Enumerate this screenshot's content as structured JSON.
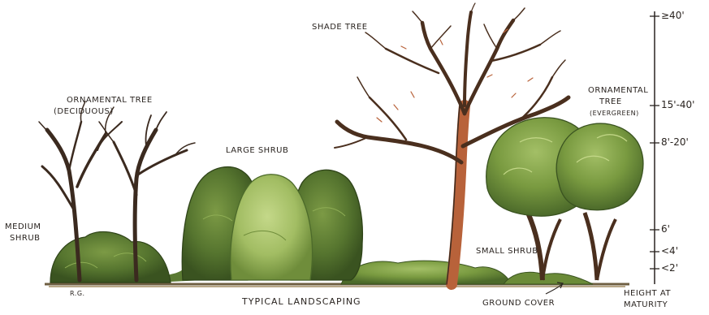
{
  "labels": {
    "shade_tree": "SHADE TREE",
    "ornamental_deciduous_line1": "ORNAMENTAL TREE",
    "ornamental_deciduous_line2": "(DECIDUOUS)",
    "ornamental_evergreen_line1": "ORNAMENTAL",
    "ornamental_evergreen_line2": "TREE",
    "ornamental_evergreen_line3": "(EVERGREEN)",
    "large_shrub": "LARGE SHRUB",
    "medium_shrub_line1": "MEDIUM",
    "medium_shrub_line2": "SHRUB",
    "small_shrub": "SMALL SHRUB",
    "ground_cover": "GROUND COVER",
    "caption": "TYPICAL LANDSCAPING",
    "artist_initials": "R.G.",
    "height_title_line1": "HEIGHT AT",
    "height_title_line2": "MATURITY"
  },
  "height_scale": [
    "≥40'",
    "15'-40'",
    "8'-20'",
    "6'",
    "<4'",
    "<2'"
  ],
  "colors": {
    "ink": "#2a2420",
    "trunk": "#b8623a",
    "shrub_dark": "#4d6b2e",
    "shrub_mid": "#6e8f3c",
    "shrub_light": "#a9c46a",
    "ground": "#8a7a5a"
  }
}
